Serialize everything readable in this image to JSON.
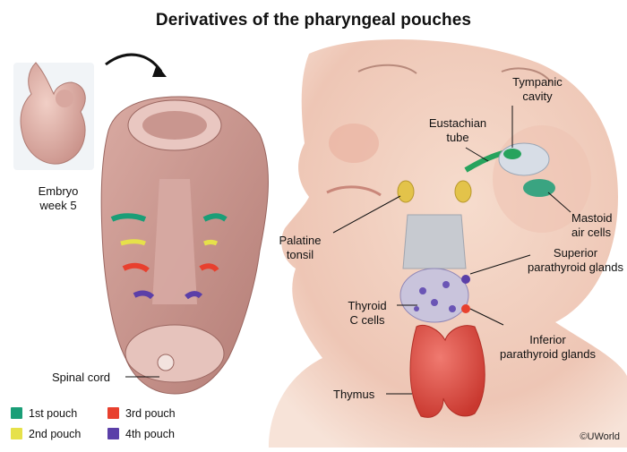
{
  "title": "Derivatives of the pharyngeal pouches",
  "labels": {
    "embryo_line1": "Embryo",
    "embryo_line2": "week 5",
    "spinal_cord": "Spinal cord",
    "tympanic_line1": "Tympanic",
    "tympanic_line2": "cavity",
    "eustachian_line1": "Eustachian",
    "eustachian_line2": "tube",
    "mastoid_line1": "Mastoid",
    "mastoid_line2": "air cells",
    "palatine_line1": "Palatine",
    "palatine_line2": "tonsil",
    "superior_line1": "Superior",
    "superior_line2": "parathyroid glands",
    "thyroid_line1": "Thyroid",
    "thyroid_line2": "C cells",
    "inferior_line1": "Inferior",
    "inferior_line2": "parathyroid glands",
    "thymus": "Thymus"
  },
  "legend": [
    {
      "label": "1st pouch",
      "color": "#1a9e77"
    },
    {
      "label": "2nd pouch",
      "color": "#e6e14a"
    },
    {
      "label": "3rd pouch",
      "color": "#e8402e"
    },
    {
      "label": "4th pouch",
      "color": "#5b3fa8"
    }
  ],
  "copyright": "©UWorld",
  "colors": {
    "tissue": "#c9968f",
    "tissue_dark": "#a86f68",
    "skin": "#f1cfc0",
    "thyroid": "#c9c4dc",
    "thymus": "#e3564d",
    "tonsil": "#e3c34a",
    "tympanic": "#27a35d"
  }
}
